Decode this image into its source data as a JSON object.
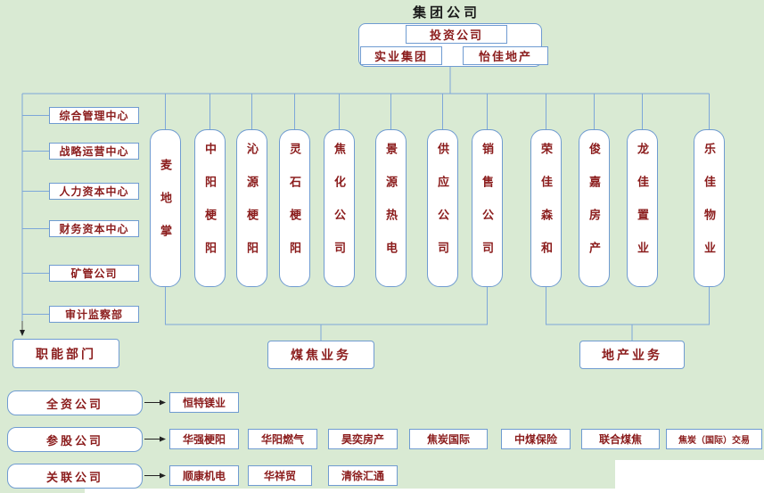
{
  "title": "集团公司",
  "colors": {
    "background": "#d9ead3",
    "box_border": "#6f9bd1",
    "line": "#7da7d9",
    "box_text": "#8b1c1c",
    "title_text": "#1a1a1a"
  },
  "top": {
    "parent": "投资公司",
    "children": [
      "实业集团",
      "怡佳地产"
    ]
  },
  "departments": {
    "items": [
      "综合管理中心",
      "战略运营中心",
      "人力资本中心",
      "财务资本中心",
      "矿管公司",
      "审计监察部"
    ],
    "summary": "职能部门"
  },
  "coal": {
    "companies": [
      "麦地掌",
      "中阳梗阳",
      "沁源梗阳",
      "灵石梗阳",
      "焦化公司",
      "景源热电",
      "供应公司",
      "销售公司"
    ],
    "summary": "煤焦业务"
  },
  "estate": {
    "companies": [
      "荣佳森和",
      "俊嘉房产",
      "龙佳置业",
      "乐佳物业"
    ],
    "summary": "地产业务"
  },
  "rows": [
    {
      "category": "全资公司",
      "items": [
        "恒特镁业"
      ]
    },
    {
      "category": "参股公司",
      "items": [
        "华强梗阳",
        "华阳燃气",
        "昊奕房产",
        "焦炭国际",
        "中煤保险",
        "联合煤焦",
        "焦炭（国际）交易"
      ]
    },
    {
      "category": "关联公司",
      "items": [
        "顺康机电",
        "华祥贸",
        "清徐汇通"
      ]
    }
  ]
}
